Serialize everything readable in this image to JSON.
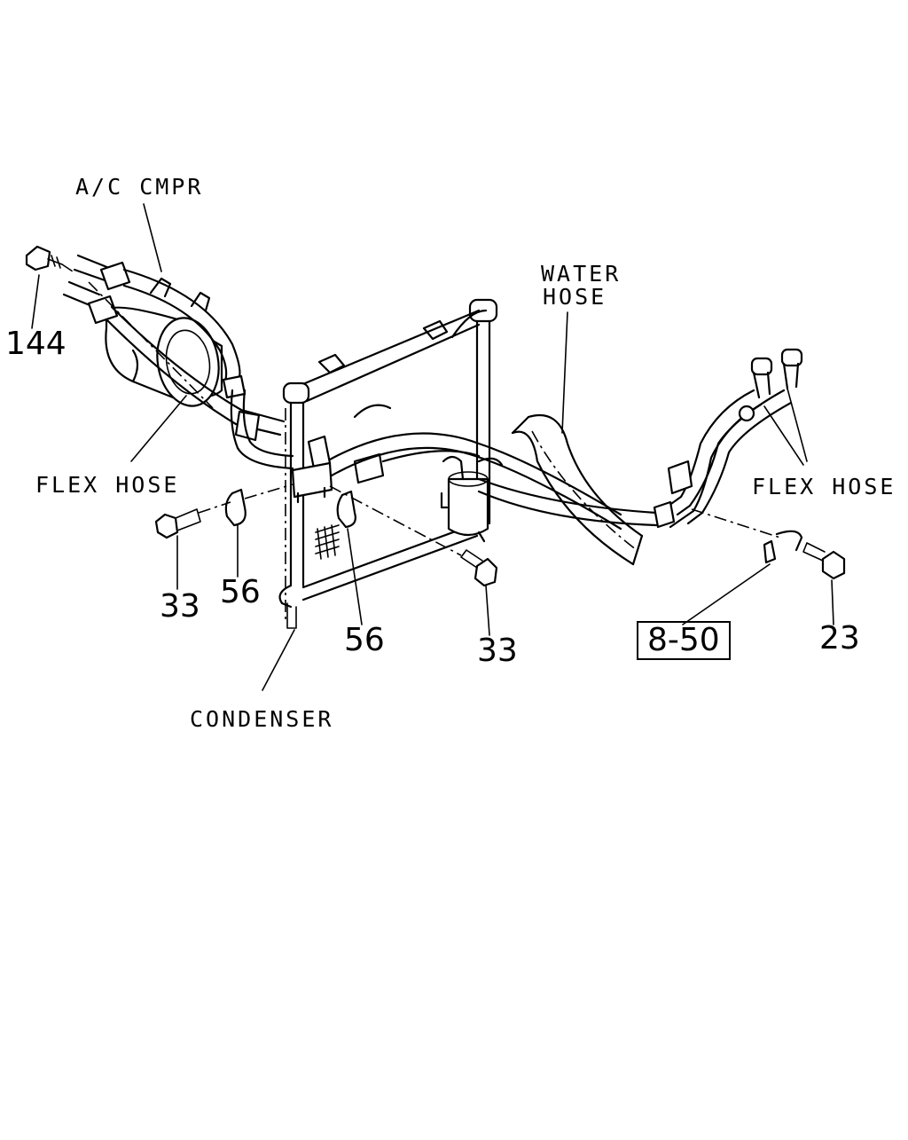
{
  "labels": {
    "ac_cmpr": "A/C CMPR",
    "water_hose": "WATER HOSE",
    "water_hose_line1": "WATER",
    "water_hose_line2": "HOSE",
    "flex_hose_left": "FLEX HOSE",
    "flex_hose_right": "FLEX HOSE",
    "condenser": "CONDENSER"
  },
  "callouts": {
    "bolt_144": "144",
    "bolt_33_left": "33",
    "clip_56_left": "56",
    "clip_56_center": "56",
    "bolt_33_right": "33",
    "ref_8_50": "8-50",
    "bolt_23": "23"
  },
  "colors": {
    "line": "#000000",
    "background": "#ffffff"
  }
}
